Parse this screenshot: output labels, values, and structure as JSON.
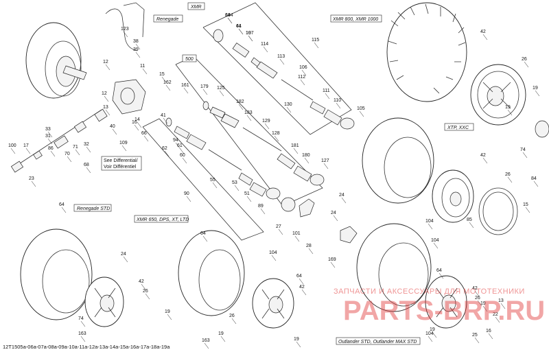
{
  "diagram": {
    "variant_labels": [
      {
        "id": "xmr",
        "text": "XMR"
      },
      {
        "id": "renegade",
        "text": "Renegade"
      },
      {
        "id": "500",
        "text": "500"
      },
      {
        "id": "xmr800",
        "text": "XMR 800, XMR 1000"
      },
      {
        "id": "xtp",
        "text": "XTP, XXC"
      },
      {
        "id": "renegade_std",
        "text": "Renegade STD"
      },
      {
        "id": "xmr650",
        "text": "XMR 650, DPS, XT, LTD"
      },
      {
        "id": "outlander",
        "text": "Outlander STD, Outlander MAX STD"
      }
    ],
    "see_note": [
      "See Differential/",
      "Voir Différentiel"
    ],
    "footer_code": "12T1505a-06a-07a-08a-09a-10a-11a-12a-13a-14a-15a-16a-17a-18a-19a",
    "watermark_text": "ЗАПЧАСТИ И АКСЕССУАРЫ ДЛЯ МОТОТЕХНИКИ",
    "watermark_logo": "PARTS-BRP.RU",
    "part_numbers": [
      "184",
      "41",
      "107",
      "115",
      "114",
      "113",
      "106",
      "112",
      "111",
      "110",
      "105",
      "130",
      "179",
      "125",
      "182",
      "183",
      "129",
      "128",
      "181",
      "180",
      "127",
      "123",
      "38",
      "39",
      "11",
      "12",
      "15",
      "162",
      "161",
      "12",
      "14",
      "13",
      "40",
      "109",
      "16",
      "66",
      "33",
      "31",
      "86",
      "70",
      "71",
      "32",
      "68",
      "17",
      "100",
      "23",
      "41",
      "94",
      "62",
      "61",
      "60",
      "55",
      "53",
      "51",
      "89",
      "90",
      "42",
      "26",
      "19",
      "19",
      "74",
      "84",
      "42",
      "26",
      "15",
      "85",
      "104",
      "64",
      "64",
      "24",
      "24",
      "27",
      "101",
      "169",
      "28",
      "24",
      "42",
      "26",
      "19",
      "74",
      "163",
      "104",
      "64",
      "42",
      "26",
      "19",
      "163",
      "104",
      "64",
      "42",
      "26",
      "19",
      "13",
      "22",
      "16",
      "19",
      "25",
      "104",
      "19",
      "64",
      "64",
      "19"
    ]
  }
}
